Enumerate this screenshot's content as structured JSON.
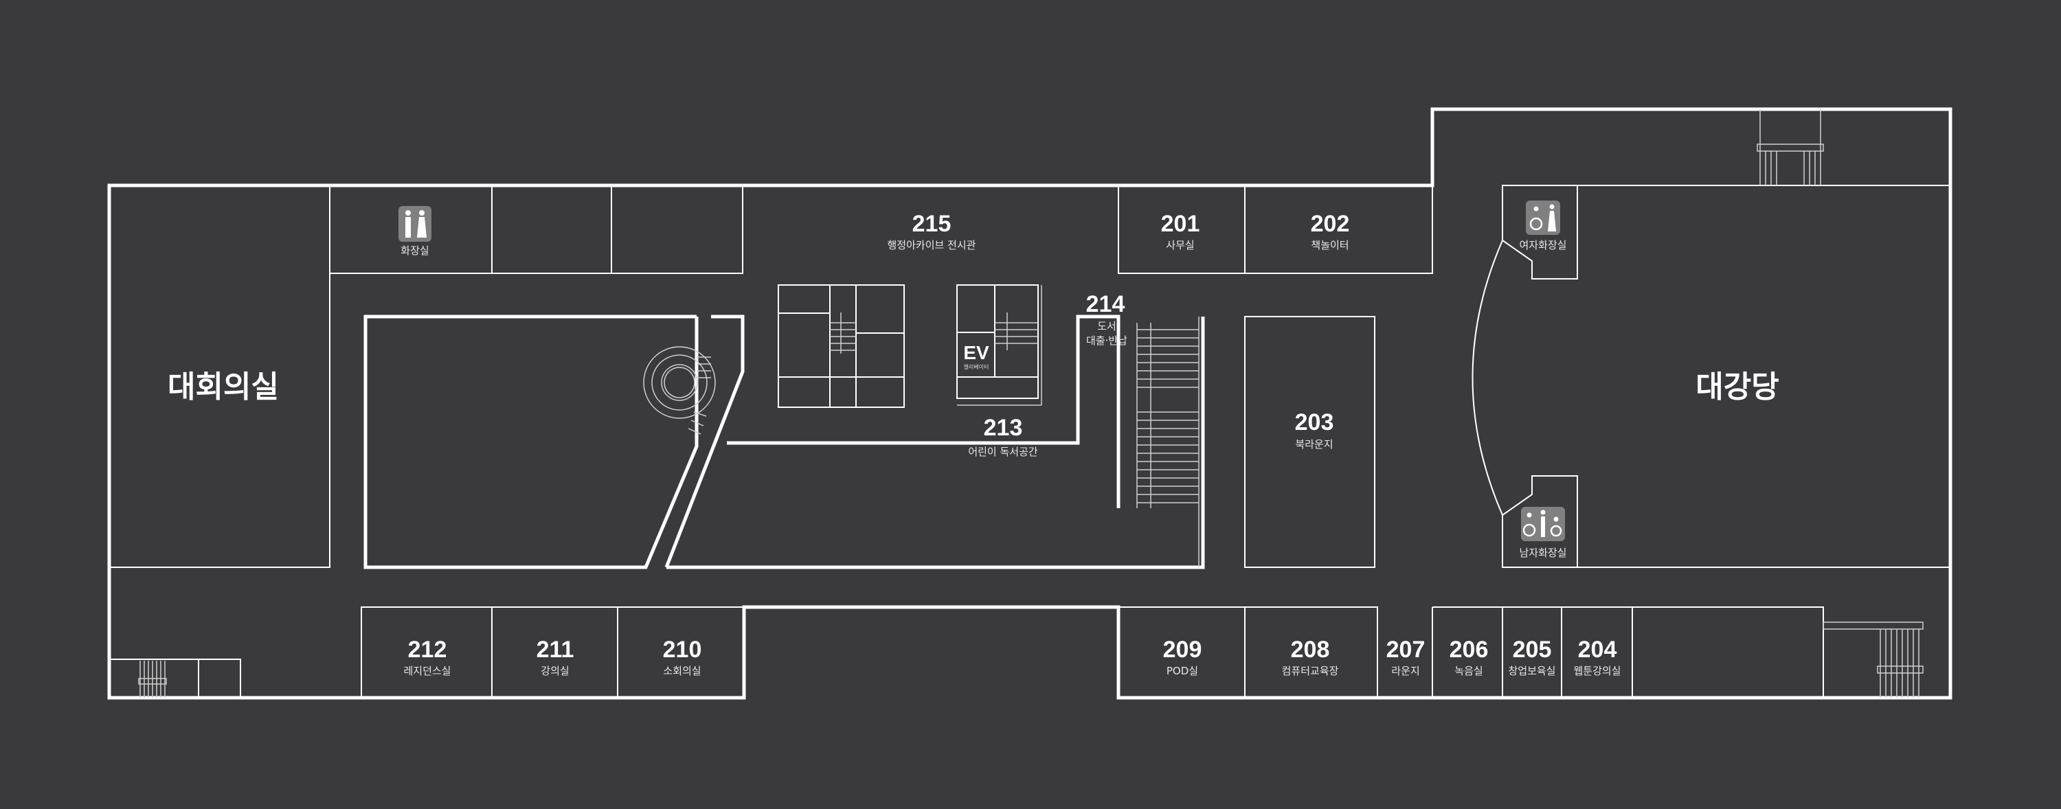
{
  "colors": {
    "background": "#3a3a3c",
    "walls": "#ffffff",
    "icon_bg": "#808080"
  },
  "rooms": {
    "grand_conference": {
      "name": "대회의실"
    },
    "auditorium": {
      "name": "대강당"
    },
    "restroom": {
      "name": "화장실",
      "icon": "restroom-icon"
    },
    "women_restroom": {
      "name": "여자화장실",
      "icon": "accessible-women-restroom-icon"
    },
    "men_restroom": {
      "name": "남자화장실",
      "icon": "accessible-family-restroom-icon"
    },
    "r215": {
      "number": "215",
      "name": "행정아카이브 전시관"
    },
    "r201": {
      "number": "201",
      "name": "사무실"
    },
    "r202": {
      "number": "202",
      "name": "책놀이터"
    },
    "r203": {
      "number": "203",
      "name": "북라운지"
    },
    "r213": {
      "number": "213",
      "name": "어린이 독서공간"
    },
    "r214": {
      "number": "214",
      "name_line1": "도서",
      "name_line2": "대출·반납"
    },
    "elevator": {
      "label": "EV",
      "name": "엘리베이터"
    },
    "r212": {
      "number": "212",
      "name": "레지던스실"
    },
    "r211": {
      "number": "211",
      "name": "강의실"
    },
    "r210": {
      "number": "210",
      "name": "소회의실"
    },
    "r209": {
      "number": "209",
      "name": "POD실"
    },
    "r208": {
      "number": "208",
      "name": "컴퓨터교육장"
    },
    "r207": {
      "number": "207",
      "name": "라운지"
    },
    "r206": {
      "number": "206",
      "name": "녹음실"
    },
    "r205": {
      "number": "205",
      "name": "창업보육실"
    },
    "r204": {
      "number": "204",
      "name": "웹툰강의실"
    }
  }
}
